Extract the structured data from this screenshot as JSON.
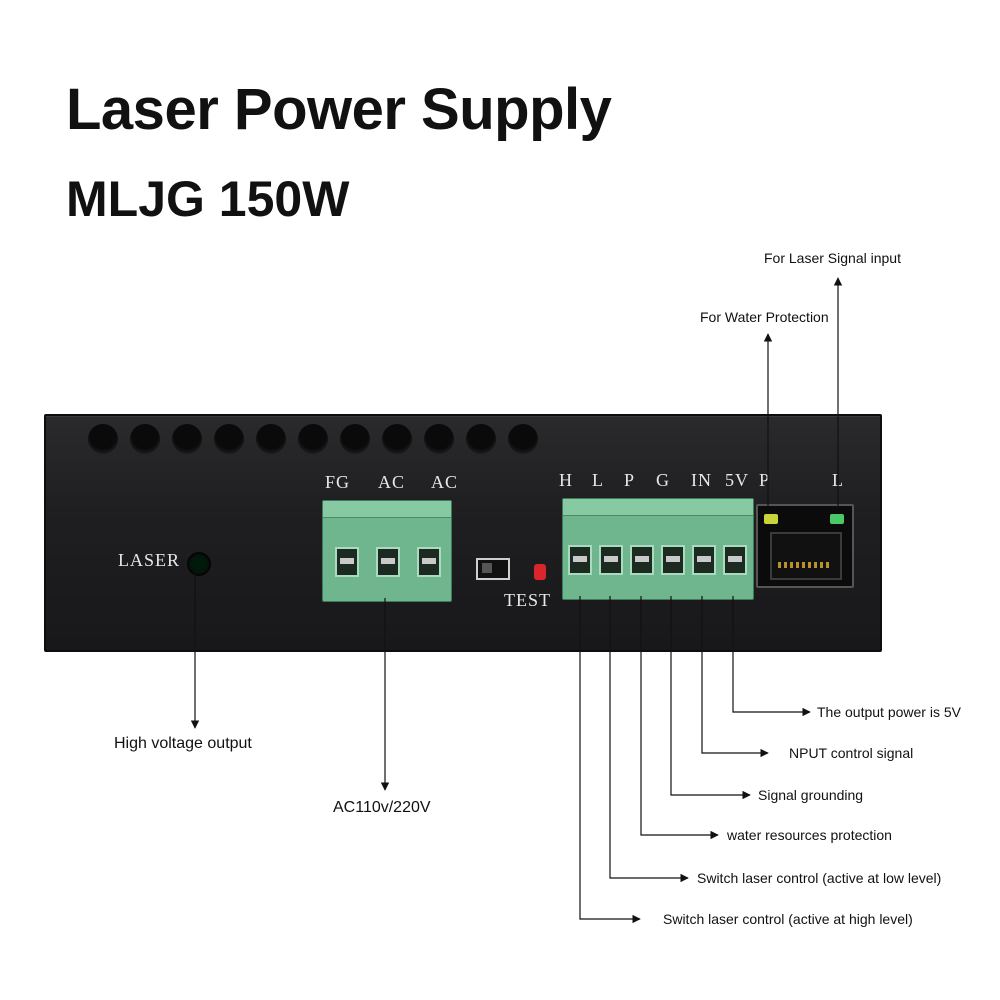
{
  "header": {
    "title": "Laser Power Supply",
    "subtitle": "MLJG 150W"
  },
  "panel": {
    "laser_label": "LASER",
    "test_label": "TEST",
    "ac_terminal_labels": [
      "FG",
      "AC",
      "AC"
    ],
    "signal_terminal_labels": [
      "H",
      "L",
      "P",
      "G",
      "IN",
      "5V"
    ],
    "rj45_labels": [
      "P",
      "L"
    ],
    "led_colors": {
      "P": "#c8d43a",
      "L": "#4cc86a"
    },
    "terminal_color": "#6fb58d"
  },
  "callouts": {
    "laser_signal_input": "For Laser Signal input",
    "water_protection": "For Water Protection",
    "high_voltage": "High voltage output",
    "ac_input": "AC110v/220V",
    "output_5v": "The output power is 5V",
    "input_signal": "NPUT control signal",
    "signal_ground": "Signal grounding",
    "water_resources": "water resources protection",
    "low_level": "Switch laser control (active at low level)",
    "high_level": "Switch laser control (active at high level)"
  }
}
